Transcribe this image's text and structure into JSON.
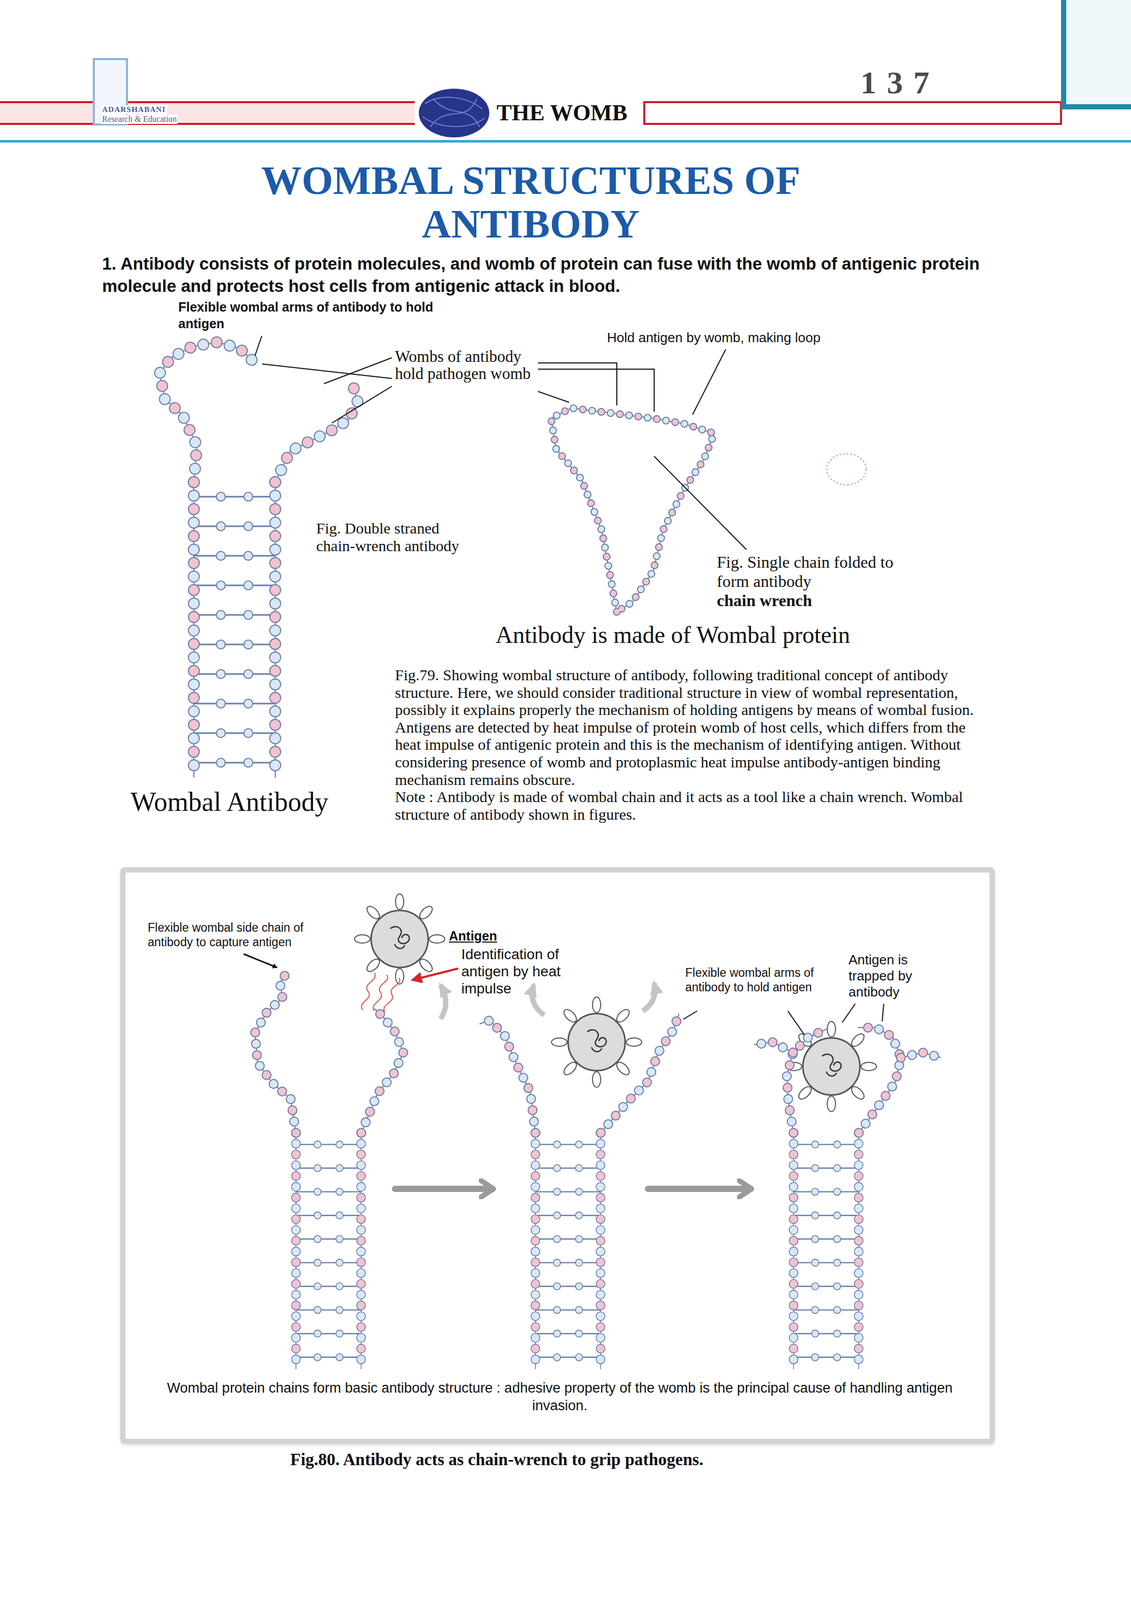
{
  "diagram": {
    "title": "WOMBAL STRUCTURES OF ANTIBODY",
    "caption": "Fig.80. Antibody acts as chain-wrench to grip pathogens.",
    "nodes": [
      {
        "text": [
          "Flexible wombal side chain of antibody to capture antigen",
          "Antigen",
          "Identification of antigen by heat impulse",
          "Flexible wombal arms of antibody to hold antigen",
          "Antigen is trapped by antibody",
          "Wombal protein chains form basic antibody structure : adhesive property of the womb is the principal cause of handling antigen invasion."
        ]
      }
    ],
    "labels": [
      "ADARSHABANI",
      "Research & Education",
      "THE WOMB",
      "137",
      "1. Antibody consists of protein molecules, and womb of protein can fuse with the womb of antigenic protein molecule and protects host cells from antigenic attack in blood.",
      "Flexible wombal arms of antibody to hold antigen",
      "Wombs of antibody hold pathogen womb",
      "Hold antigen by womb, making loop",
      "Fig. Double straned chain-wrench antibody",
      "Fig. Single chain folded to form antibody",
      "chain wrench",
      "Antibody is made of Wombal protein",
      "Wombal Antibody",
      "Fig.79. Showing wombal structure of antibody, following traditional concept of antibody structure. Here, we should consider traditional structure in view of wombal representation, possibly it explains properly the mechanism of holding antigens by means of wombal fusion. Antigens are detected by heat impulse of protein womb of host cells, which differs from the heat impulse of antigenic protein and this is the mechanism of identifying antigen. Without considering presence of womb and protoplasmic heat impulse antibody-antigen binding mechanism remains obscure.",
      "Note : Antibody is made of wombal chain and it acts as a tool like a chain wrench. Wombal structure of antibody shown in figures."
    ]
  }
}
